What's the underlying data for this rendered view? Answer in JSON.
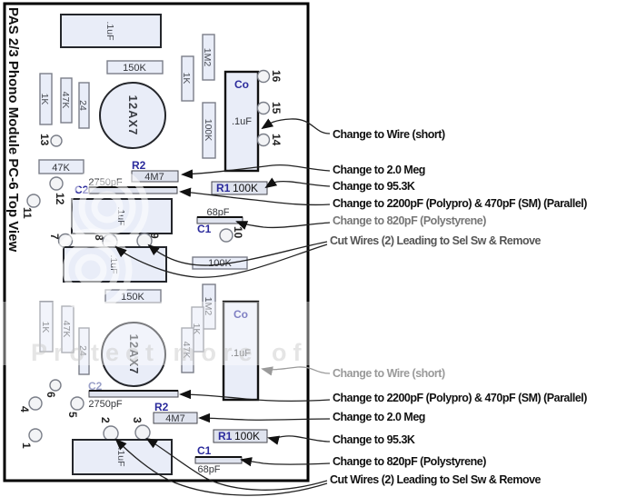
{
  "board": {
    "title": "PAS 2/3 Phono Module PC-6 Top View"
  },
  "watermark": {
    "text": "Protect more of"
  },
  "top_channel": {
    "input_cap": ".1uF",
    "plate_resistor": "150K",
    "r_1k_left": "1K",
    "r_47k_left": "47K",
    "r_24": "24",
    "tube": "12AX7",
    "r_1k_right": "1K",
    "r_1m2": "1M2",
    "r_100k_vert": "100K",
    "connector_ref": "Co",
    "connector_value": ".1uF",
    "r_47k_horiz": "47K",
    "r2_ref": "R2",
    "r2_value": "4M7",
    "c2_ref": "C2",
    "c2_value": "2750pF",
    "r1_ref": "R1",
    "r1_value": "100K",
    "c1_ref": "C1",
    "c1_value": "68pF",
    "coupling_cap_a": ".1uF",
    "coupling_cap_b": ".1uF",
    "r_100k_horiz": "100K",
    "pins": {
      "p16": "16",
      "p15": "15",
      "p14": "14",
      "p13": "13",
      "p12": "12",
      "p11": "11",
      "p10": "10",
      "p9": "9",
      "p8": "8",
      "p7": "7"
    }
  },
  "bottom_channel": {
    "plate_resistor": "150K",
    "r_1k_left": "1K",
    "r_47k_left": "47K",
    "r_24": "24",
    "tube": "12AX7",
    "r_1m2": "1M2",
    "r_1k_right": "1K",
    "r_47k_right": "47K",
    "connector_ref": "Co",
    "connector_value": ".1uF",
    "c2_ref": "C2",
    "c2_value": "2750pF",
    "r2_ref": "R2",
    "r2_value": "4M7",
    "r1_ref": "R1",
    "r1_value": "100K",
    "c1_ref": "C1",
    "c1_value": "68pF",
    "output_cap": ".1uF",
    "pins": {
      "p6": "6",
      "p5": "5",
      "p4": "4",
      "p3": "3",
      "p2": "2",
      "p1": "1"
    }
  },
  "annotations": {
    "top": [
      "Change to Wire (short)",
      "Change to 2.0 Meg",
      "Change to 95.3K",
      "Change to 2200pF (Polypro) & 470pF (SM) (Parallel)",
      "Change to 820pF (Polystyrene)",
      "Cut Wires (2) Leading to Sel Sw & Remove"
    ],
    "bottom": [
      "Change to Wire (short)",
      "Change to 2200pF (Polypro) & 470pF (SM) (Parallel)",
      "Change to 2.0 Meg",
      "Change to 95.3K",
      "Change to 820pF (Polystyrene)",
      "Cut Wires (2) Leading to Sel Sw & Remove"
    ]
  },
  "colors": {
    "component_fill": "#e9edf8",
    "label_blue": "#2b2b9c",
    "annotation_black": "#111111",
    "faded_gray": "#999999"
  }
}
